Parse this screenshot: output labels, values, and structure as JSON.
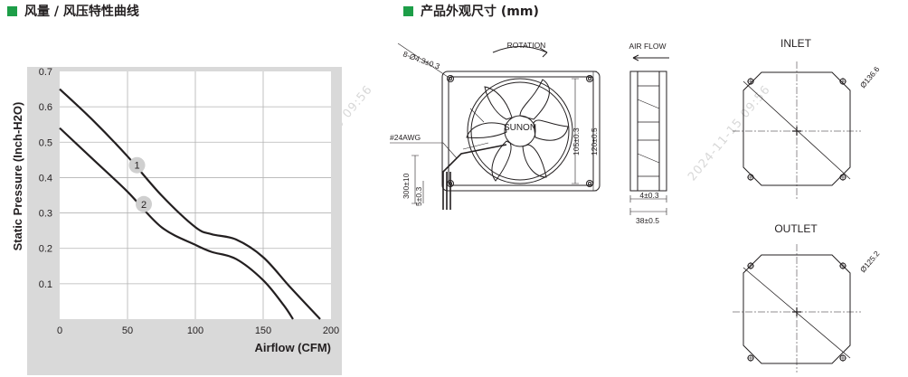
{
  "colors": {
    "accent_green": "#1d9e48",
    "panel_gray": "#d9d9d9",
    "line": "#231f20",
    "marker_fill": "#cfcfcf"
  },
  "sections": {
    "curve_title": "风量 / 风压特性曲线",
    "dimension_title": "产品外观尺寸 (mm)"
  },
  "chart_data": {
    "type": "line",
    "xlabel": "Airflow (CFM)",
    "ylabel": "Static Pressure (Inch-H2O)",
    "xlim": [
      0,
      200
    ],
    "ylim": [
      0,
      0.7
    ],
    "x_ticks": [
      "0",
      "50",
      "100",
      "150",
      "200"
    ],
    "y_ticks": [
      "0.1",
      "0.2",
      "0.3",
      "0.4",
      "0.5",
      "0.6",
      "0.7"
    ],
    "grid": true,
    "series": [
      {
        "name": "1",
        "x": [
          0,
          25,
          50,
          75,
          100,
          112,
          130,
          150,
          170,
          192
        ],
        "y": [
          0.65,
          0.56,
          0.46,
          0.35,
          0.26,
          0.24,
          0.225,
          0.175,
          0.09,
          0.0
        ]
      },
      {
        "name": "2",
        "x": [
          0,
          25,
          50,
          75,
          100,
          112,
          130,
          150,
          165,
          172
        ],
        "y": [
          0.54,
          0.45,
          0.36,
          0.26,
          0.21,
          0.19,
          0.17,
          0.11,
          0.04,
          0.0
        ]
      }
    ],
    "markers": [
      {
        "label": "1",
        "x": 57,
        "y": 0.435
      },
      {
        "label": "2",
        "x": 62,
        "y": 0.325
      }
    ]
  },
  "drawing": {
    "hole_spec": "8-Ø4.3±0.3",
    "rotation_label": "ROTATION",
    "airflow_label": "AIR FLOW",
    "brand": "SUNON",
    "wire_label": "#24AWG",
    "wire_length": "300±10",
    "strip_length": "5±0.3",
    "hole_pitch": "105±0.3",
    "frame_size": "120±0.5",
    "flange_thickness": "4±0.3",
    "depth": "38±0.5",
    "inlet_label": "INLET",
    "inlet_diameter": "Ø136.6",
    "outlet_label": "OUTLET",
    "outlet_diameter": "Ø125.2"
  }
}
